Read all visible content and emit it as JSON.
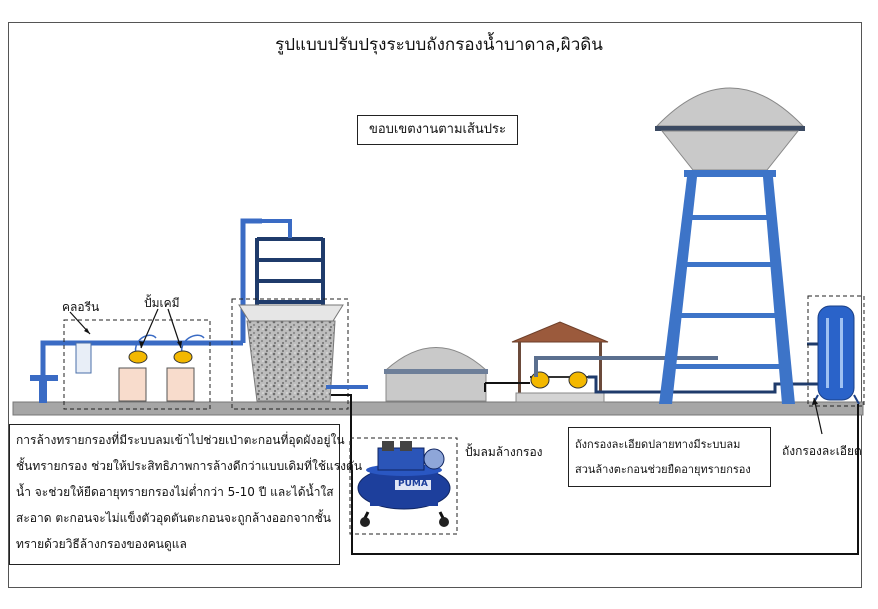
{
  "title": "รูปแบบปรับปรุงระบบถังกรองน้ำบาดาล,ผิวดิน",
  "scope_box": "ขอบเขตงานตามเส้นประ",
  "labels": {
    "chlorine": "คลอรีน",
    "chemical_pump": "ปั้มเคมี",
    "air_pump": "ปั้มลมล้างกรอง",
    "fine_filter_tank": "ถังกรองละเอียด",
    "compressor_brand": "PUMA"
  },
  "note_left": [
    "การล้างทรายกรองที่มีระบบลมเข้าไปช่วยเป่าตะกอนที่อุดผังอยู่ใน",
    "ชั้นทรายกรอง ช่วยให้ประสิทธิภาพการล้างดีกว่าแบบเดิมที่ใช้แรงดัน",
    "น้ำ จะช่วยให้ยืดอายุทรายกรองไม่ต่ำกว่า 5-10 ปี และได้น้ำใส",
    "สะอาด ตะกอนจะไม่แข็งตัวอุดตันตะกอนจะถูกล้างออกจากชั้น",
    "ทรายด้วยวิธีล้างกรองของคนดูแล"
  ],
  "note_right": [
    "ถังกรองละเอียดปลายทางมีระบบลม",
    "สวนล้างตะกอนช่วยยืดอายุทรายกรอง"
  ],
  "colors": {
    "pipe_blue": "#3a6bc4",
    "pipe_navy": "#1f3b6b",
    "tower_blue": "#3d74c8",
    "ground": "#a6a6a6",
    "pump_yellow": "#f3b800",
    "tank_gray": "#c9c9c9",
    "compressor_blue": "#1d3f9c",
    "roof_brown": "#9b5a3c"
  }
}
